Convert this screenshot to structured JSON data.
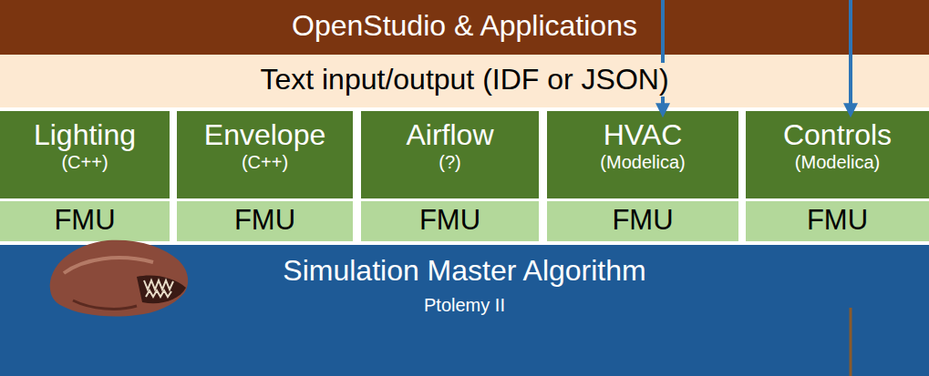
{
  "diagram": {
    "nodes": [
      {
        "text": [
          "OpenStudio & Applications"
        ]
      },
      {
        "text": [
          "Text input/output (IDF or JSON)"
        ]
      },
      {
        "text": [
          "Lighting",
          "(C++)"
        ]
      },
      {
        "text": [
          "Envelope",
          "(C++)"
        ]
      },
      {
        "text": [
          "Airflow",
          "(?)"
        ]
      },
      {
        "text": [
          "HVAC",
          "(Modelica)"
        ]
      },
      {
        "text": [
          "Controls",
          "(Modelica)"
        ]
      },
      {
        "text": [
          "FMU"
        ]
      },
      {
        "text": [
          "FMU"
        ]
      },
      {
        "text": [
          "FMU"
        ]
      },
      {
        "text": [
          "FMU"
        ]
      },
      {
        "text": [
          "FMU"
        ]
      },
      {
        "text": [
          "Simulation Master Algorithm",
          "Ptolemy II"
        ]
      }
    ]
  }
}
